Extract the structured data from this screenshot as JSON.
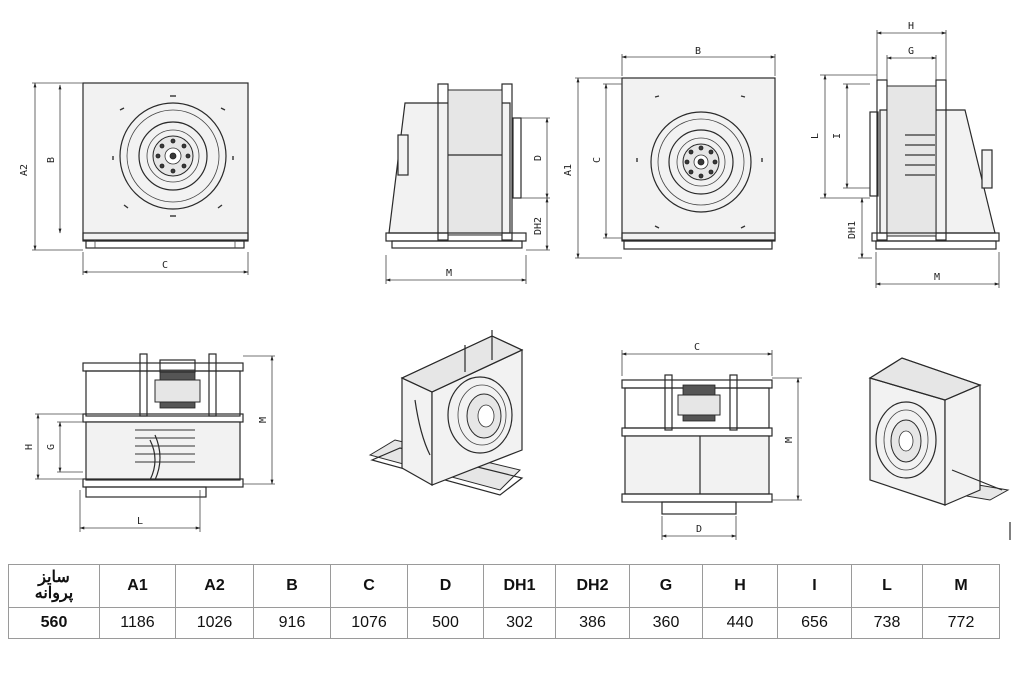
{
  "dimension_labels": {
    "A1": "A1",
    "A2": "A2",
    "B": "B",
    "C": "C",
    "D": "D",
    "DH1": "DH1",
    "DH2": "DH2",
    "G": "G",
    "H": "H",
    "I": "I",
    "L": "L",
    "M": "M"
  },
  "table": {
    "corner_line1": "سایز",
    "corner_line2": "پروانه",
    "headers": [
      "A1",
      "A2",
      "B",
      "C",
      "D",
      "DH1",
      "DH2",
      "G",
      "H",
      "I",
      "L",
      "M"
    ],
    "size": "560",
    "values": [
      "1186",
      "1026",
      "916",
      "1076",
      "500",
      "302",
      "386",
      "360",
      "440",
      "656",
      "738",
      "772"
    ]
  }
}
